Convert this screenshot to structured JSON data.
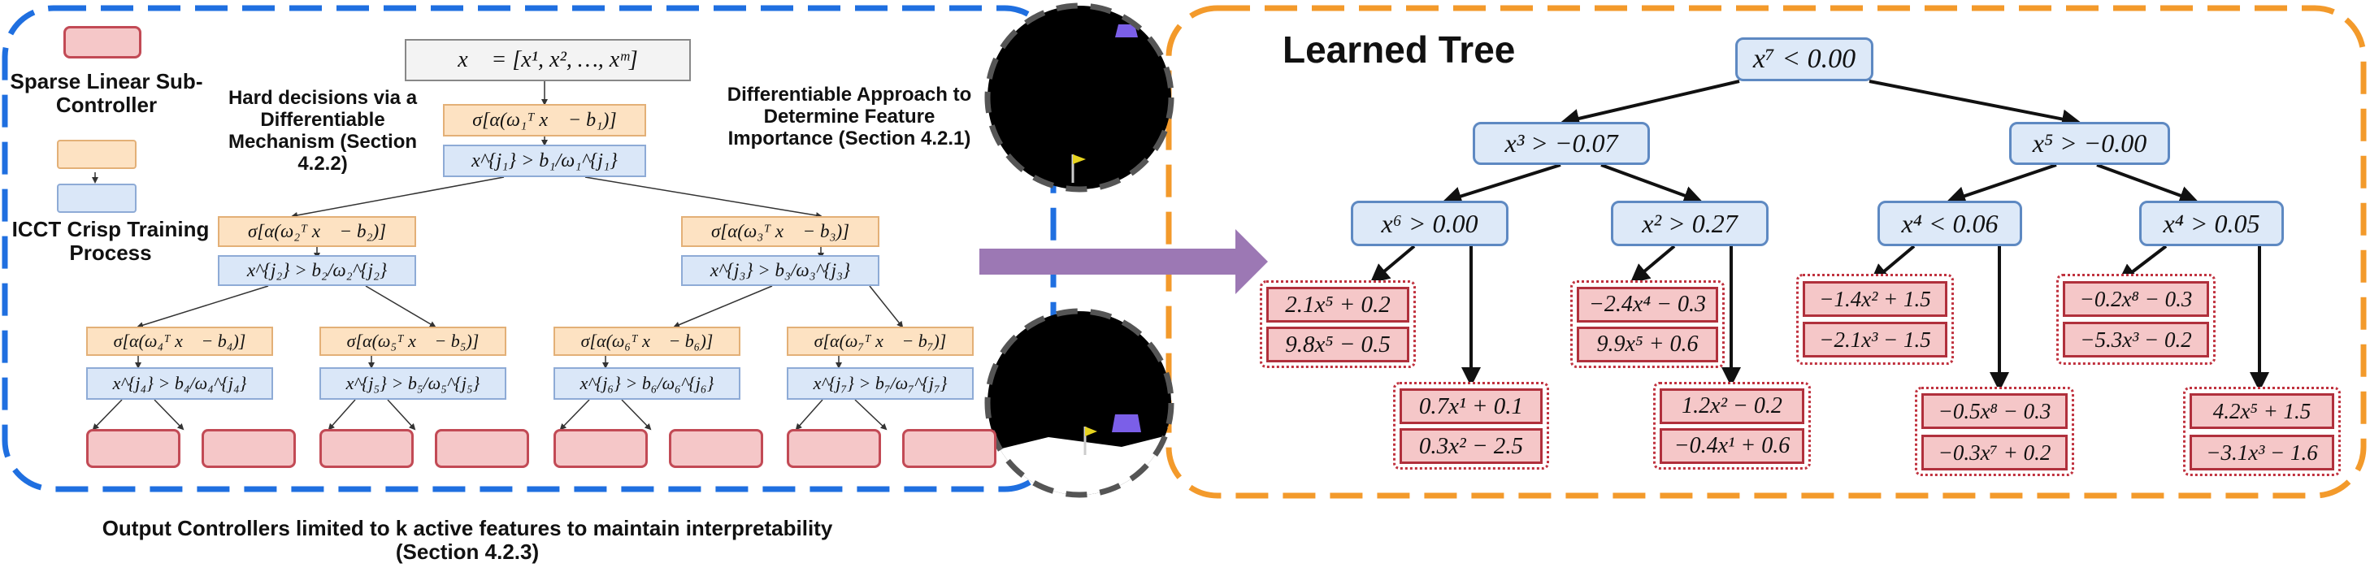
{
  "legend": {
    "sparse_label": "Sparse Linear Sub-Controller",
    "crisp_label": "ICCT Crisp Training Process"
  },
  "annotations": {
    "hard_decisions": "Hard decisions via a Differentiable Mechanism (Section 4.2.2)",
    "feature_importance": "Differentiable Approach to Determine Feature Importance (Section 4.2.1)",
    "output_controllers_line1": "Output Controllers limited to k active features to maintain interpretability",
    "output_controllers_line2": "(Section 4.2.3)"
  },
  "icct": {
    "input": "x⃗ = [x¹, x², …, xᵐ]",
    "nodes": [
      {
        "soft": "σ[α(ω₁ᵀ x⃗ − b₁)]",
        "crisp": "x^{j₁} > b₁/ω₁^{j₁}"
      },
      {
        "soft": "σ[α(ω₂ᵀ x⃗ − b₂)]",
        "crisp": "x^{j₂} > b₂/ω₂^{j₂}"
      },
      {
        "soft": "σ[α(ω₃ᵀ x⃗ − b₃)]",
        "crisp": "x^{j₃} > b₃/ω₃^{j₃}"
      },
      {
        "soft": "σ[α(ω₄ᵀ x⃗ − b₄)]",
        "crisp": "x^{j₄} > b₄/ω₄^{j₄}"
      },
      {
        "soft": "σ[α(ω₅ᵀ x⃗ − b₅)]",
        "crisp": "x^{j₅} > b₅/ω₅^{j₅}"
      },
      {
        "soft": "σ[α(ω₆ᵀ x⃗ − b₆)]",
        "crisp": "x^{j₆} > b₆/ω₆^{j₆}"
      },
      {
        "soft": "σ[α(ω₇ᵀ x⃗ − b₇)]",
        "crisp": "x^{j₇} > b₇/ω₇^{j₇}"
      }
    ]
  },
  "learned_tree": {
    "title": "Learned Tree",
    "root": "x⁷ < 0.00",
    "level1": [
      "x³ > −0.07",
      "x⁵ > −0.00"
    ],
    "level2": [
      "x⁶ > 0.00",
      "x² > 0.27",
      "x⁴ < 0.06",
      "x⁴ > 0.05"
    ],
    "leaves": [
      [
        "2.1x⁵ + 0.2",
        "9.8x⁵ − 0.5"
      ],
      [
        "0.7x¹ + 0.1",
        "0.3x² − 2.5"
      ],
      [
        "−2.4x⁴ − 0.3",
        "9.9x⁵ + 0.6"
      ],
      [
        "1.2x² − 0.2",
        "−0.4x¹ + 0.6"
      ],
      [
        "−1.4x² + 1.5",
        "−2.1x³ − 1.5"
      ],
      [
        "−0.5x⁸ − 0.3",
        "−0.3x⁷ + 0.2"
      ],
      [
        "−0.2x⁸ − 0.3",
        "−5.3x³ − 0.2"
      ],
      [
        "4.2x⁵ + 1.5",
        "−3.1x³ − 1.6"
      ]
    ]
  },
  "colors": {
    "blue_dashed": "#1f6fe0",
    "orange_dashed": "#f39a2b",
    "arrow_purple": "#9c78b4",
    "node_blue": "#dde9f8",
    "leaf_red": "#f5c7c8"
  }
}
